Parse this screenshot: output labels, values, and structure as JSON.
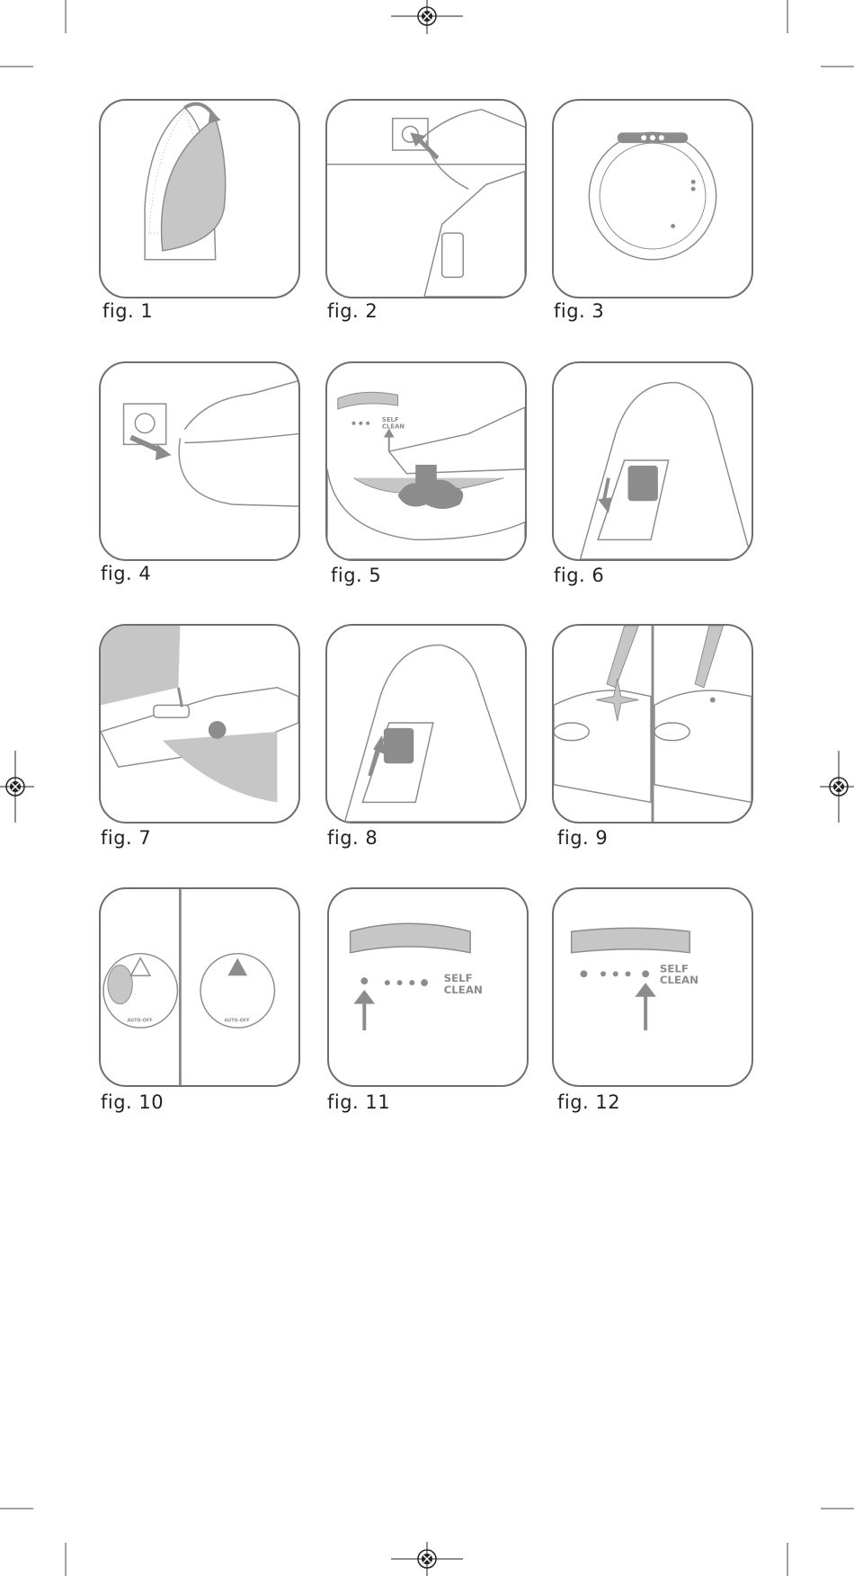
{
  "figures": [
    {
      "id": "fig1",
      "caption": "fig. 1",
      "icon": "iron-soleplate-rotate"
    },
    {
      "id": "fig2",
      "caption": "fig. 2",
      "icon": "plug-in-cord"
    },
    {
      "id": "fig3",
      "caption": "fig. 3",
      "icon": "steam-dial"
    },
    {
      "id": "fig4",
      "caption": "fig. 4",
      "icon": "unplug-cord"
    },
    {
      "id": "fig5",
      "caption": "fig. 5",
      "icon": "self-clean-sink",
      "labels": {
        "self": "SELF",
        "clean": "CLEAN"
      }
    },
    {
      "id": "fig6",
      "caption": "fig. 6",
      "icon": "slide-down"
    },
    {
      "id": "fig7",
      "caption": "fig. 7",
      "icon": "fill-water"
    },
    {
      "id": "fig8",
      "caption": "fig. 8",
      "icon": "slide-up"
    },
    {
      "id": "fig9",
      "caption": "fig. 9",
      "icon": "light-indicator"
    },
    {
      "id": "fig10",
      "caption": "fig. 10",
      "icon": "auto-off-button",
      "labels": {
        "auto": "AUTO-OFF"
      }
    },
    {
      "id": "fig11",
      "caption": "fig. 11",
      "icon": "dial-min",
      "labels": {
        "self": "SELF",
        "clean": "CLEAN"
      }
    },
    {
      "id": "fig12",
      "caption": "fig. 12",
      "icon": "dial-max",
      "labels": {
        "self": "SELF",
        "clean": "CLEAN"
      }
    }
  ],
  "colors": {
    "line": "#8c8c8c",
    "fill": "#c6c6c6",
    "frame": "#6f6f6f"
  }
}
